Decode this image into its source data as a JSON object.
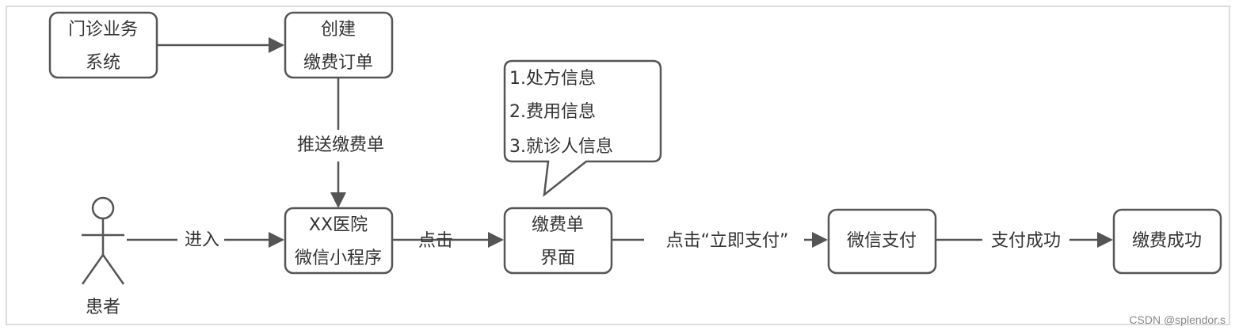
{
  "diagram": {
    "nodes": {
      "outpatient": {
        "line1": "门诊业务",
        "line2": "系统"
      },
      "create_order": {
        "line1": "创建",
        "line2": "缴费订单"
      },
      "mini_program": {
        "line1": "XX医院",
        "line2": "微信小程序"
      },
      "bill_page": {
        "line1": "缴费单",
        "line2": "界面"
      },
      "wechat_pay": {
        "label": "微信支付"
      },
      "pay_success": {
        "label": "缴费成功"
      }
    },
    "callout": {
      "items": [
        "1.处方信息",
        "2.费用信息",
        "3.就诊人信息"
      ]
    },
    "actor": {
      "label": "患者"
    },
    "edges": {
      "push_bill": "推送缴费单",
      "enter": "进入",
      "click": "点击",
      "click_pay_now": "点击“立即支付”",
      "pay_success": "支付成功"
    }
  },
  "watermark": "CSDN @splendor.s",
  "colors": {
    "stroke": "#555555",
    "text": "#333333",
    "frame": "#dcdcdc"
  }
}
